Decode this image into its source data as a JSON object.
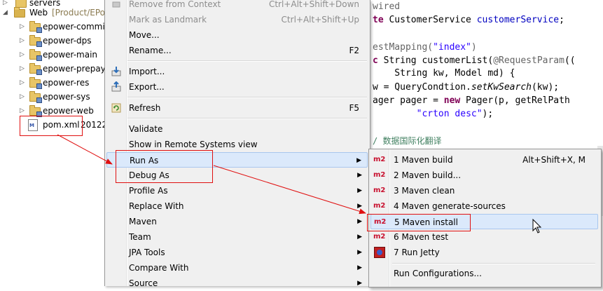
{
  "tree": {
    "items": [
      {
        "label": "servers",
        "extra": "",
        "kind": "folder"
      },
      {
        "label": "Web",
        "extra": "[Product/EPo",
        "kind": "project"
      },
      {
        "label": "epower-commi",
        "extra": "",
        "kind": "folder"
      },
      {
        "label": "epower-dps",
        "extra": "",
        "kind": "folder"
      },
      {
        "label": "epower-main",
        "extra": "",
        "kind": "folder"
      },
      {
        "label": "epower-prepay",
        "extra": "",
        "kind": "folder"
      },
      {
        "label": "epower-res",
        "extra": "",
        "kind": "folder"
      },
      {
        "label": "epower-sys",
        "extra": "",
        "kind": "folder"
      },
      {
        "label": "epower-web",
        "extra": "",
        "kind": "folder"
      },
      {
        "label": "pom.xml",
        "extra": "20122",
        "kind": "file"
      }
    ]
  },
  "editor": {
    "lines": [
      [
        "wired"
      ],
      [
        "te",
        " CustomerService ",
        "customerService",
        ";"
      ],
      [
        ""
      ],
      [
        "estMapping(",
        "\"index\"",
        ")"
      ],
      [
        "c",
        " String customerList(",
        "@RequestParam",
        "(("
      ],
      [
        "    String kw, Model md) {"
      ],
      [
        "w = QueryCondtion.",
        "setKwSearch",
        "(kw);"
      ],
      [
        "ager pager = ",
        "new",
        " Pager(p, getRelPath"
      ],
      [
        "        ",
        "\"crton desc\"",
        ");"
      ],
      [
        ""
      ],
      [
        "/ 数据国际化翻译"
      ]
    ]
  },
  "main_menu": {
    "items": [
      {
        "label": "Remove from Context",
        "shortcut": "Ctrl+Alt+Shift+Down",
        "disabled": true,
        "icon": "remove-context-icon"
      },
      {
        "label": "Mark as Landmark",
        "shortcut": "Ctrl+Alt+Shift+Up",
        "disabled": true,
        "icon": ""
      },
      {
        "label": "Move...",
        "shortcut": "",
        "icon": ""
      },
      {
        "label": "Rename...",
        "shortcut": "F2",
        "icon": ""
      },
      {
        "label": "Import...",
        "shortcut": "",
        "icon": "import-icon"
      },
      {
        "label": "Export...",
        "shortcut": "",
        "icon": "export-icon"
      },
      {
        "label": "Refresh",
        "shortcut": "F5",
        "icon": "refresh-icon"
      },
      {
        "label": "Validate",
        "shortcut": "",
        "icon": ""
      },
      {
        "label": "Show in Remote Systems view",
        "shortcut": "",
        "icon": ""
      },
      {
        "label": "Run As",
        "shortcut": "",
        "submenu": true,
        "highlighted": true
      },
      {
        "label": "Debug As",
        "shortcut": "",
        "submenu": true
      },
      {
        "label": "Profile As",
        "shortcut": "",
        "submenu": true
      },
      {
        "label": "Replace With",
        "shortcut": "",
        "submenu": true
      },
      {
        "label": "Maven",
        "shortcut": "",
        "submenu": true
      },
      {
        "label": "Team",
        "shortcut": "",
        "submenu": true
      },
      {
        "label": "JPA Tools",
        "shortcut": "",
        "submenu": true
      },
      {
        "label": "Compare With",
        "shortcut": "",
        "submenu": true
      },
      {
        "label": "Source",
        "shortcut": "",
        "submenu": true
      }
    ]
  },
  "run_as_submenu": {
    "items": [
      {
        "badge": "m2",
        "label": "1 Maven build",
        "shortcut": "Alt+Shift+X, M"
      },
      {
        "badge": "m2",
        "label": "2 Maven build...",
        "shortcut": ""
      },
      {
        "badge": "m2",
        "label": "3 Maven clean",
        "shortcut": ""
      },
      {
        "badge": "m2",
        "label": "4 Maven generate-sources",
        "shortcut": ""
      },
      {
        "badge": "m2",
        "label": "5 Maven install",
        "shortcut": "",
        "highlighted": true
      },
      {
        "badge": "m2",
        "label": "6 Maven test",
        "shortcut": ""
      },
      {
        "badge": "",
        "label": "7 Run Jetty",
        "shortcut": ""
      },
      {
        "badge": "",
        "label": "Run Configurations...",
        "shortcut": ""
      }
    ]
  },
  "colors": {
    "annotation_red": "#e01010",
    "menu_bg": "#f0f0f0",
    "highlight_bg": "#dbe9fb",
    "m2_badge": "#c8102e"
  }
}
